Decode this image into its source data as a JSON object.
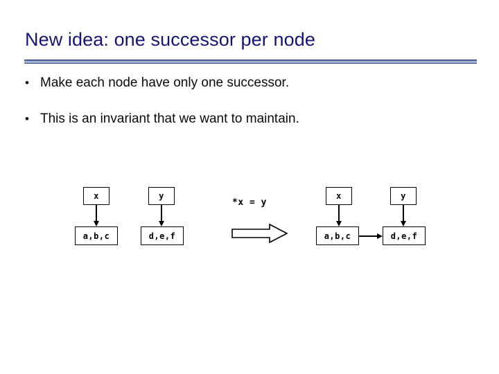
{
  "slide": {
    "title": "New idea: one successor per node",
    "bullet_marker": "•",
    "bullets": [
      {
        "text": "Make each node have only one successor."
      },
      {
        "text": "This is an invariant that we want to maintain."
      }
    ],
    "title_color": "#141478",
    "body_color": "#0a0a0a",
    "rule_color": "#9fb4d6",
    "background": "#ffffff"
  },
  "diagram": {
    "operation_label": "*x  =  y",
    "transform_arrow": "block-arrow-right",
    "before": {
      "caption": "",
      "nodes": [
        {
          "pointer": "x",
          "data": "a,b,c"
        },
        {
          "pointer": "y",
          "data": "d,e,f"
        }
      ],
      "links": []
    },
    "after": {
      "caption": "",
      "nodes": [
        {
          "pointer": "x",
          "data": "a,b,c"
        },
        {
          "pointer": "y",
          "data": "d,e,f"
        }
      ],
      "links": [
        {
          "from": "a,b,c",
          "to": "d,e,f"
        }
      ]
    }
  }
}
